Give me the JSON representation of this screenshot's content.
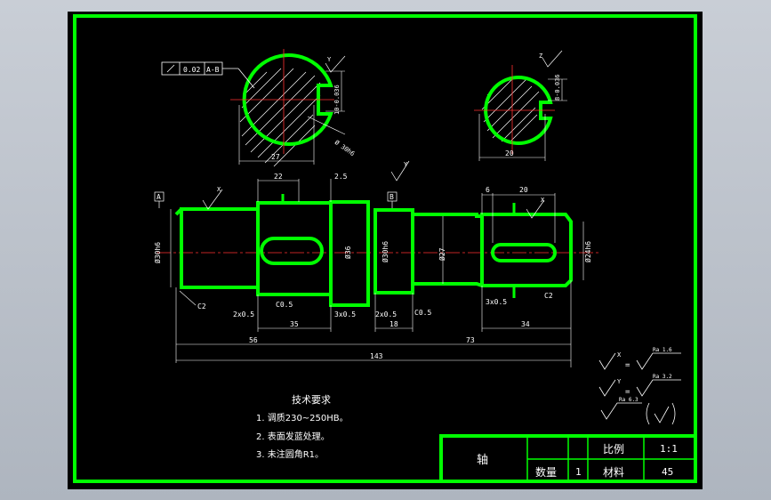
{
  "section_a": {
    "tolerance_value": "0.02",
    "tolerance_datum": "A-B",
    "depth_label": "10-0.036",
    "diameter_label": "Ø 30h6",
    "width_label": "27",
    "roughness_symbol": "Y"
  },
  "section_b": {
    "depth_label": "8-0.036",
    "width_label": "20",
    "roughness_symbol": "Z"
  },
  "shaft": {
    "datum_a": "A",
    "datum_b": "B",
    "roughness_x": "X",
    "roughness_y": "Y",
    "diameters": [
      "Ø30h6",
      "Ø36",
      "Ø30h6",
      "Ø27",
      "Ø24h6"
    ],
    "top_dims": [
      "22",
      "2.5",
      "6",
      "20"
    ],
    "chamfers": [
      "C2",
      "C0.5",
      "C0.5",
      "C2"
    ],
    "grooves": [
      "2x0.5",
      "3x0.5",
      "2x0.5",
      "3x0.5"
    ],
    "lengths": [
      "35",
      "18",
      "34"
    ],
    "overall_left": "56",
    "overall_right": "73",
    "overall_total": "143"
  },
  "roughness_legend": [
    {
      "symbol": "X",
      "value": "Ra 1.6"
    },
    {
      "symbol": "Y",
      "value": "Ra 3.2"
    }
  ],
  "roughness_other": "Ra 6.3",
  "tech": {
    "title": "技术要求",
    "items": [
      "1. 调质230~250HB。",
      "2. 表面发蓝处理。",
      "3. 未注圆角R1。"
    ]
  },
  "title_block": {
    "part_name": "轴",
    "scale_label": "比例",
    "scale_value": "1:1",
    "qty_label": "数量",
    "qty_value": "1",
    "material_label": "材料",
    "material_value": "45"
  }
}
